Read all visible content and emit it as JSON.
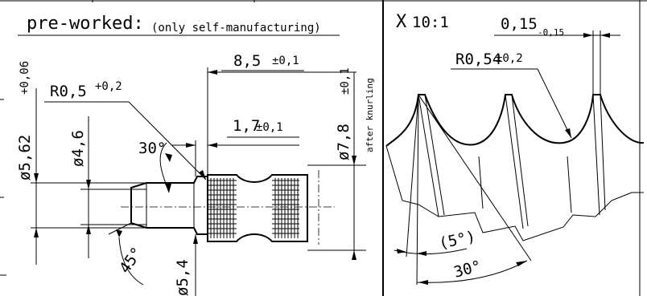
{
  "left_view": {
    "title": "pre-worked:",
    "title_note": "(only self-manufacturing)",
    "dim_length": {
      "value": "8,5",
      "tol": "±0,1"
    },
    "dim_step": {
      "value": "1,7",
      "tol": "±0,1"
    },
    "dim_dia_562": {
      "value": "ø5,62",
      "tol": "+0,06"
    },
    "dim_dia_46": {
      "value": "ø4,6"
    },
    "dim_radius": {
      "value": "R0,5",
      "tol": "+0,2"
    },
    "dim_angle_30": "30°",
    "dim_angle_45": "45°",
    "dim_dia_54": "ø5,4",
    "dim_dia_78": {
      "value": "ø7,8",
      "tol": "±0,1"
    },
    "after_knurling": "after knurling"
  },
  "detail_view": {
    "title": "X",
    "scale": "10:1",
    "dim_width": {
      "value": "0,15",
      "tol": "-0,15"
    },
    "dim_radius": {
      "value": "R0,54",
      "tol": "±0,2"
    },
    "dim_angle_5": "(5°)",
    "dim_angle_30": "30°"
  }
}
